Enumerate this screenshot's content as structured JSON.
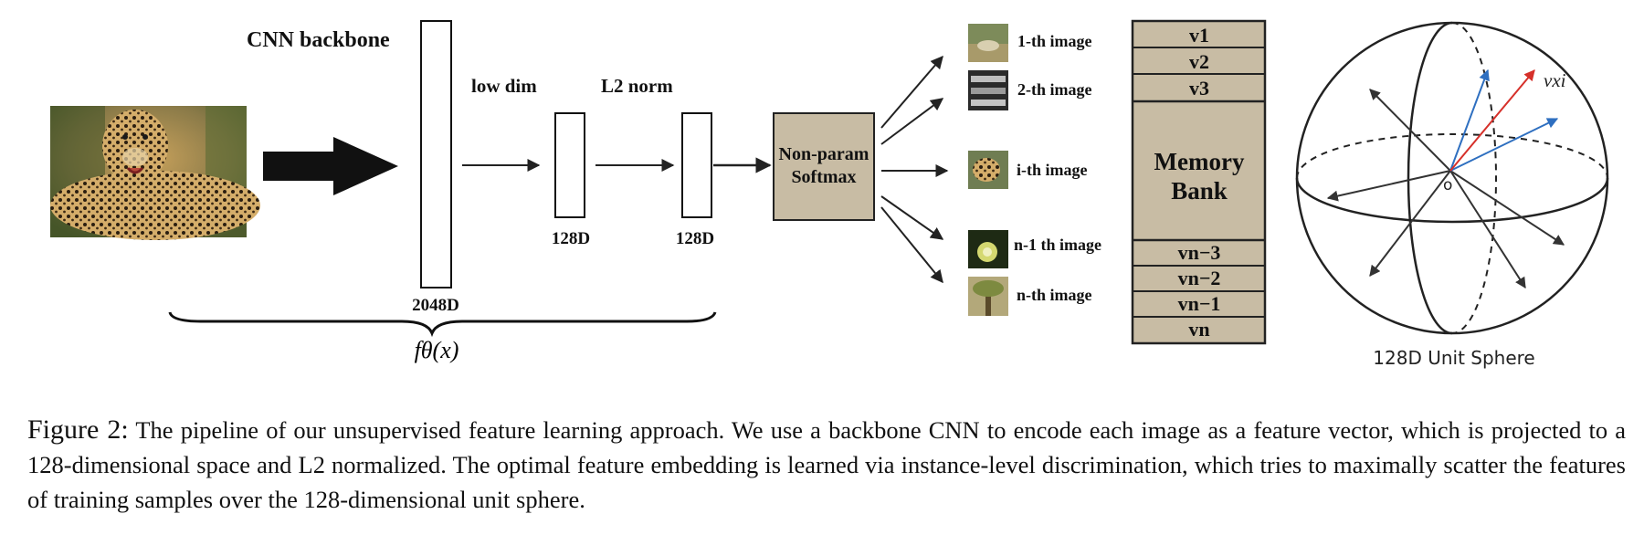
{
  "diagram": {
    "backbone_label": "CNN backbone",
    "backbone_dim": "2048D",
    "low_dim_label": "low dim",
    "low_dim_size": "128D",
    "l2_label": "L2 norm",
    "l2_size": "128D",
    "function_label": "fθ(x)",
    "softmax_line1": "Non-param",
    "softmax_line2": "Softmax",
    "images": [
      {
        "label": "1-th image"
      },
      {
        "label": "2-th image"
      },
      {
        "label": "i-th image"
      },
      {
        "label": "n-1 th image"
      },
      {
        "label": "n-th image"
      }
    ],
    "memory_bank": {
      "title_line1": "Memory",
      "title_line2": "Bank",
      "top_rows": [
        "v1",
        "v2",
        "v3"
      ],
      "bottom_rows": [
        "vn−3",
        "vn−2",
        "vn−1",
        "vn"
      ]
    },
    "sphere_vector_label": "vxi",
    "sphere_origin": "o",
    "sphere_caption": "128D Unit Sphere",
    "colors": {
      "box_fill": "#c8bca4",
      "arrow_blue": "#2e6fc0",
      "arrow_red": "#d6302a",
      "line_dark": "#333333"
    }
  },
  "caption": {
    "figure_label": "Figure 2:",
    "text": "The pipeline of our unsupervised feature learning approach.  We use a backbone CNN to encode each image as a feature vector, which is projected to a 128-dimensional space and L2 normalized.  The optimal feature embedding is learned via instance-level discrimination, which tries to maximally scatter the features of training samples over the 128-dimensional unit sphere."
  }
}
